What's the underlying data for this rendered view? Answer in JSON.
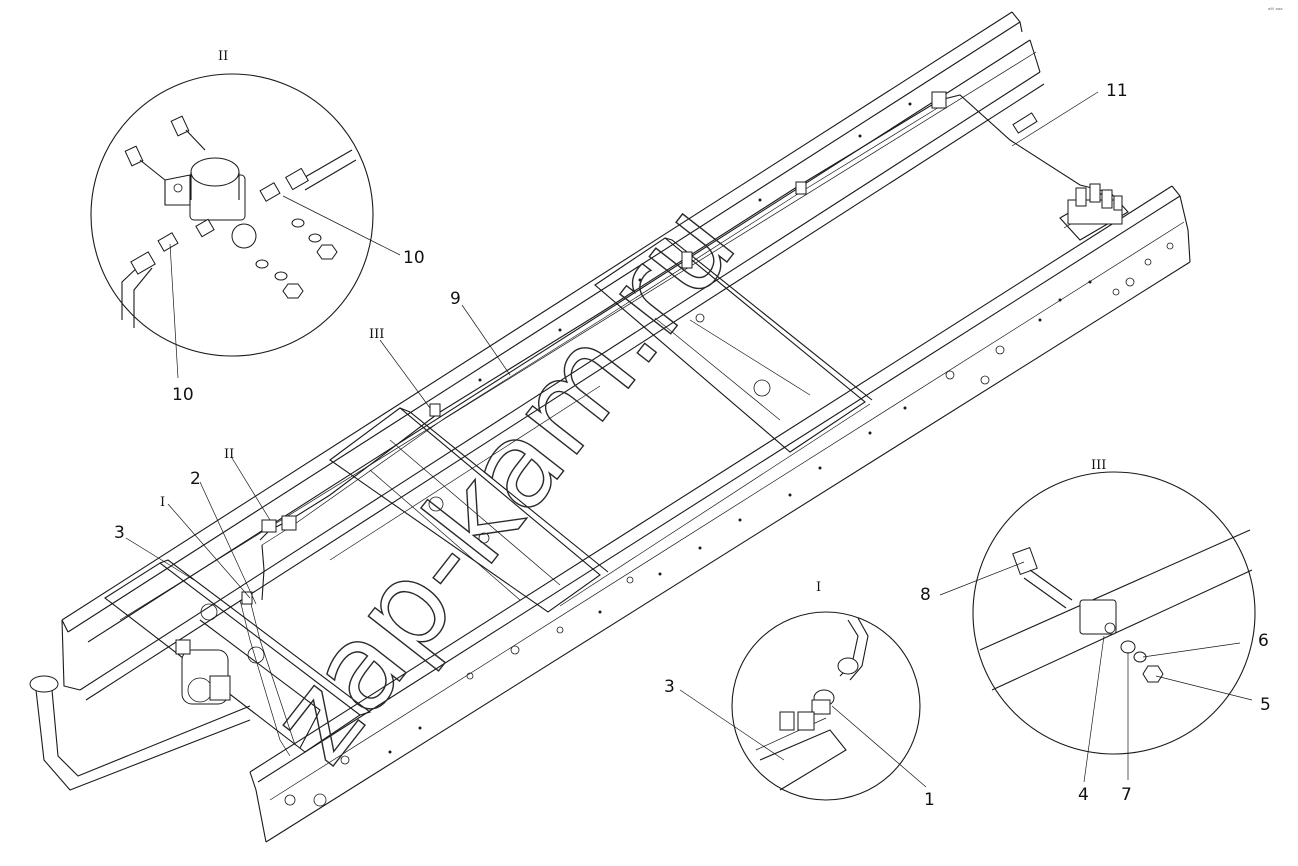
{
  "corner_mark": "ᵃᴹ ᵃᵃᵃ",
  "watermark": "zap-kam.ru",
  "views": {
    "view_II_top": "II",
    "view_III_top": "III",
    "view_I": "I",
    "view_III_right": "III"
  },
  "callouts": {
    "c1_detail": "1",
    "c2": "2",
    "c3_main": "3",
    "c3_detail": "3",
    "c4": "4",
    "c5": "5",
    "c6": "6",
    "c7": "7",
    "c8": "8",
    "c9": "9",
    "c10_upper": "10",
    "c10_lower": "10",
    "c11": "11",
    "ref_I": "I",
    "ref_II": "II"
  }
}
